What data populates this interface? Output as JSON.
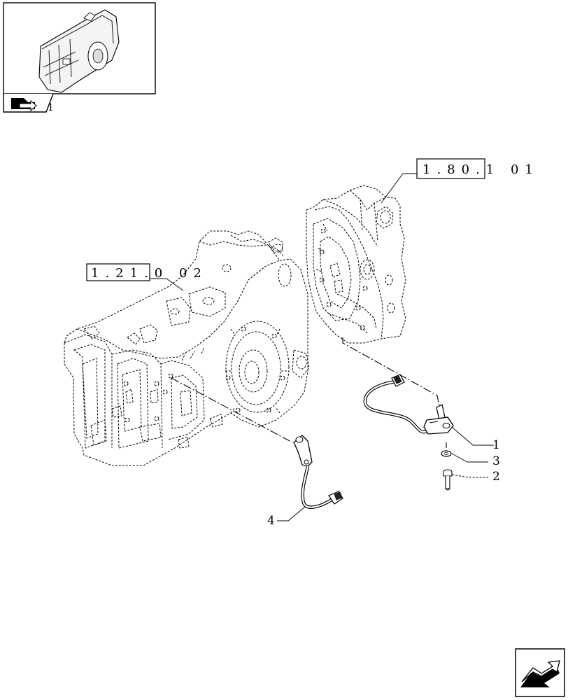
{
  "references": {
    "ref1": "1.80.1 01",
    "ref2": "1.21.0 02"
  },
  "callouts": {
    "c1": "1",
    "c2": "2",
    "c3": "3",
    "c4": "4"
  },
  "thumbnail": {
    "tab_label": "1"
  },
  "icons": {
    "thumbnail_tab_icon": "folder-arrow-icon",
    "next_page_icon": "next-page-arrow-icon"
  }
}
